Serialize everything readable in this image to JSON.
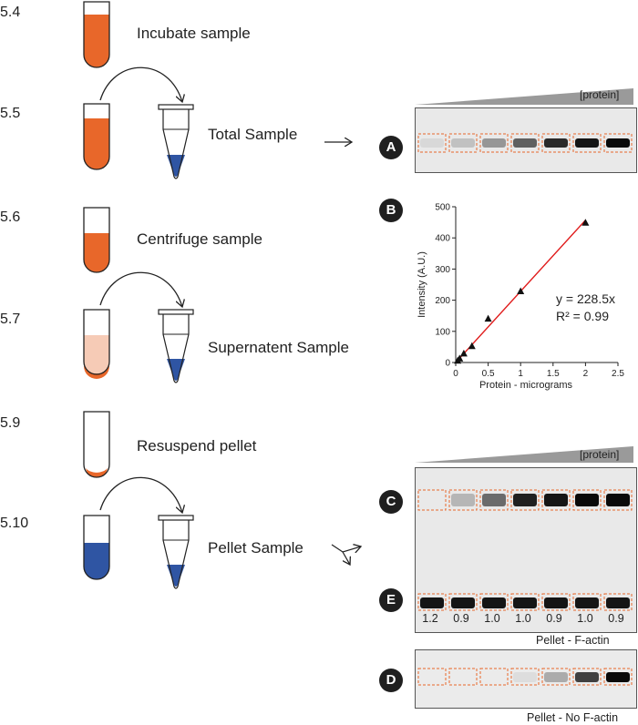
{
  "steps": [
    {
      "number": "5.4",
      "label": "Incubate sample"
    },
    {
      "number": "5.5",
      "label": "Total Sample"
    },
    {
      "number": "5.6",
      "label": "Centrifuge sample"
    },
    {
      "number": "5.7",
      "label": "Supernatent Sample"
    },
    {
      "number": "5.9",
      "label": "Resuspend pellet"
    },
    {
      "number": "5.10",
      "label": "Pellet Sample"
    }
  ],
  "panels": {
    "a": {
      "badge": "A",
      "gradient_label": "[protein]"
    },
    "b": {
      "badge": "B"
    },
    "c": {
      "badge": "C",
      "gradient_label": "[protein]"
    },
    "e": {
      "badge": "E",
      "lane_values": [
        "1.2",
        "0.9",
        "1.0",
        "1.0",
        "0.9",
        "1.0",
        "0.9"
      ],
      "caption": "Pellet - F-actin"
    },
    "d": {
      "badge": "D",
      "caption": "Pellet - No F-actin"
    }
  },
  "colors": {
    "sample": "#e8672a",
    "supernatant": "#f6cbb6",
    "blue": "#2f55a3",
    "fit": "#e01b1b",
    "box": "#e8672a"
  },
  "chart_data": {
    "type": "scatter",
    "xlabel": "Protein - micrograms",
    "ylabel": "Intensity (A.U.)",
    "xlim": [
      0,
      2.5
    ],
    "ylim": [
      0,
      500
    ],
    "xticks": [
      "0",
      "0.5",
      "1",
      "1.5",
      "2",
      "2.5"
    ],
    "yticks": [
      "0",
      "100",
      "200",
      "300",
      "400",
      "500"
    ],
    "points": [
      {
        "x": 0.03,
        "y": 5
      },
      {
        "x": 0.06,
        "y": 12
      },
      {
        "x": 0.125,
        "y": 28
      },
      {
        "x": 0.25,
        "y": 52
      },
      {
        "x": 0.5,
        "y": 140
      },
      {
        "x": 1.0,
        "y": 228
      },
      {
        "x": 2.0,
        "y": 448
      }
    ],
    "fit": {
      "slope": 228.5,
      "equation": "y = 228.5x",
      "r2": "R² = 0.99"
    }
  }
}
